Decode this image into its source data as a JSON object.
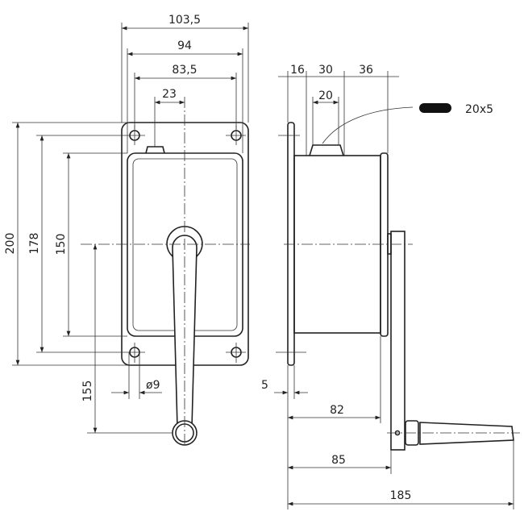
{
  "title": "Hand winch dimension drawing",
  "front_view": {
    "dim_width_overall": "103,5",
    "dim_width_frame": "94",
    "dim_hole_spacing_h": "83,5",
    "dim_bump_offset": "23",
    "dim_height_overall": "200",
    "dim_hole_spacing_v": "178",
    "dim_frame_height": "150",
    "dim_crank_length": "155",
    "dim_hole_diameter": "ø9"
  },
  "side_view": {
    "dim_16": "16",
    "dim_30": "30",
    "dim_36": "36",
    "dim_20": "20",
    "dim_plate_thickness": "5",
    "dim_82": "82",
    "dim_85": "85",
    "dim_185": "185"
  },
  "slot_callout": {
    "label": "20x5"
  }
}
